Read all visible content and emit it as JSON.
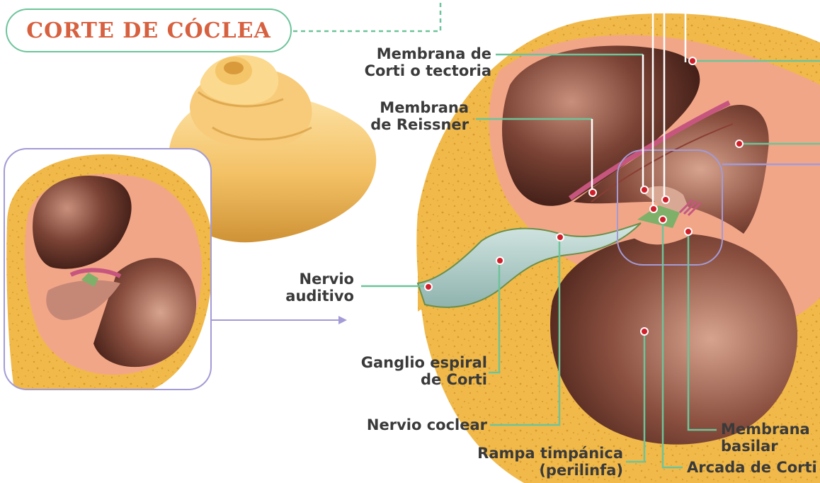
{
  "title": "CORTE DE CÓCLEA",
  "labels": {
    "membrana_corti": [
      "Membrana de",
      "Corti o tectoria"
    ],
    "membrana_reissner": [
      "Membrana",
      "de Reissner"
    ],
    "nervio_auditivo": [
      "Nervio",
      "auditivo"
    ],
    "ganglio_espiral": [
      "Ganglio espiral",
      "de Corti"
    ],
    "nervio_coclear": [
      "Nervio coclear"
    ],
    "rampa_timpanica": [
      "Rampa timpánica",
      "(perilinfa)"
    ],
    "membrana_basilar": [
      "Membrana",
      "basilar"
    ],
    "arcada_corti": [
      "Arcada de Corti"
    ]
  },
  "colors": {
    "bone": "#f0b94a",
    "bone_spots": "#d99a2c",
    "cochlea_tube": "#f7c66a",
    "tissue": "#f2a688",
    "chamber": "#6b3a2e",
    "nerve": "#a9c8c4",
    "leader_line": "#6dc49a",
    "pointer": "#ffffff",
    "dot": "#d01f2a",
    "frame": "#a39bd6",
    "title": "#d7603f"
  }
}
